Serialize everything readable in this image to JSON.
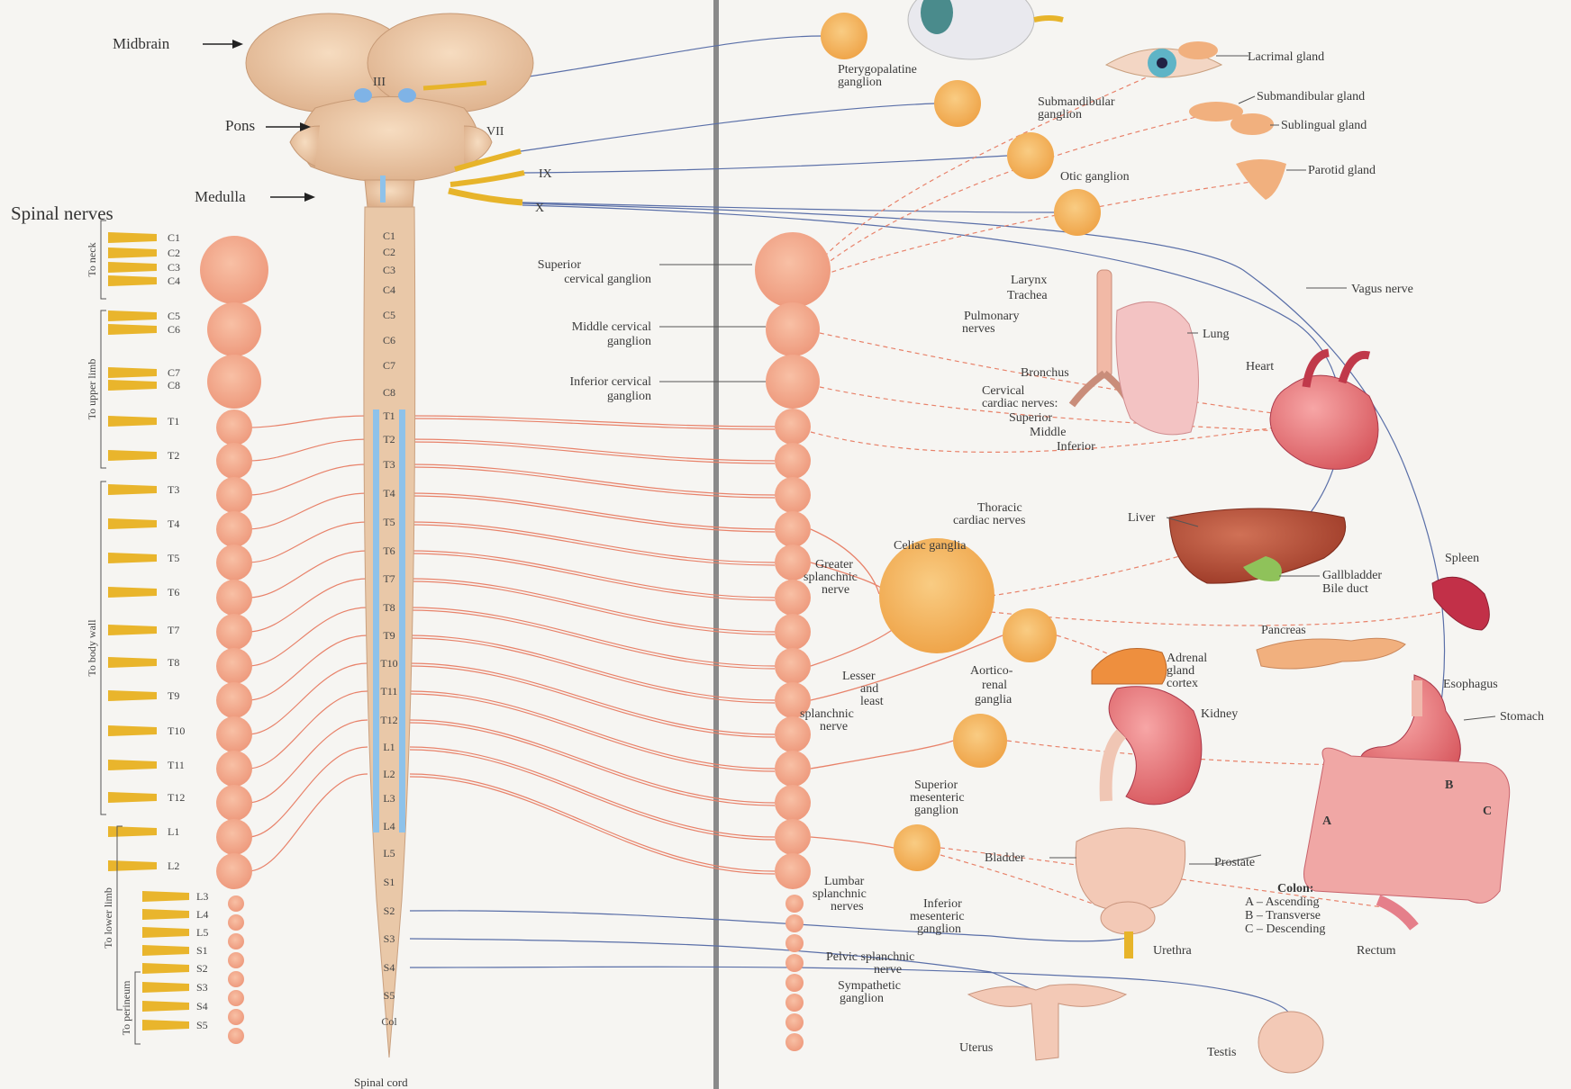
{
  "colors": {
    "background": "#f6f5f2",
    "cord": "#e6c3a2",
    "ganglion_orange": "#f4b35a",
    "ganglion_pink": "#f2a88c",
    "nerve_gold": "#e7b42a",
    "sympathetic_fiber": "#e8826a",
    "parasympathetic_fiber": "#5a6fa8",
    "organ_red": "#e77a7e",
    "divider": "#8a8a8a"
  },
  "title": {
    "spinal_nerves": "Spinal nerves",
    "spinal_cord": "Spinal cord"
  },
  "brain": {
    "midbrain": "Midbrain",
    "pons": "Pons",
    "medulla": "Medulla",
    "cranial": [
      "III",
      "VII",
      "IX",
      "X"
    ]
  },
  "cord_segments": [
    "C1",
    "C2",
    "C3",
    "C4",
    "C5",
    "C6",
    "C7",
    "C8",
    "T1",
    "T2",
    "T3",
    "T4",
    "T5",
    "T6",
    "T7",
    "T8",
    "T9",
    "T10",
    "T11",
    "T12",
    "L1",
    "L2",
    "L3",
    "L4",
    "L5",
    "S1",
    "S2",
    "S3",
    "S4",
    "S5",
    "Col"
  ],
  "spinal_nerve_labels": [
    "C1",
    "C2",
    "C3",
    "C4",
    "C5",
    "C6",
    "C7",
    "C8",
    "T1",
    "T2",
    "T3",
    "T4",
    "T5",
    "T6",
    "T7",
    "T8",
    "T9",
    "T10",
    "T11",
    "T12",
    "L1",
    "L2",
    "L3",
    "L4",
    "L5",
    "S1",
    "S2",
    "S3",
    "S4",
    "S5"
  ],
  "regions": [
    "To neck",
    "To upper limb",
    "To body wall",
    "To lower limb",
    "To perineum"
  ],
  "sympathetic": {
    "superior_cervical": [
      "Superior",
      "cervical ganglion"
    ],
    "middle_cervical": [
      "Middle cervical",
      "ganglion"
    ],
    "inferior_cervical": [
      "Inferior cervical",
      "ganglion"
    ],
    "greater_splanchnic": [
      "Greater",
      "splanchnic",
      "nerve"
    ],
    "celiac": "Celiac ganglia",
    "lesser_splanchnic": [
      "Lesser",
      "and",
      "least",
      "splanchnic",
      "nerve"
    ],
    "aorticorenal": [
      "Aortico-",
      "renal",
      "ganglia"
    ],
    "superior_mesenteric": [
      "Superior",
      "mesenteric",
      "ganglion"
    ],
    "lumbar_splanchnic": [
      "Lumbar",
      "splanchnic",
      "nerves"
    ],
    "inferior_mesenteric": [
      "Inferior",
      "mesenteric",
      "ganglion"
    ],
    "pelvic_splanchnic": [
      "Pelvic splanchnic",
      "nerve"
    ],
    "sympathetic_ganglion": [
      "Sympathetic",
      "ganglion"
    ]
  },
  "parasympathetic": {
    "pterygopalatine": [
      "Pterygopalatine",
      "ganglion"
    ],
    "submandibular_ganglion": [
      "Submandibular",
      "ganglion"
    ],
    "otic": "Otic ganglion"
  },
  "organs": {
    "lacrimal_gland": "Lacrimal gland",
    "submandibular_gland": "Submandibular gland",
    "sublingual_gland": "Sublingual gland",
    "parotid_gland": "Parotid gland",
    "vagus_nerve": "Vagus nerve",
    "larynx": "Larynx",
    "trachea": "Trachea",
    "lung": "Lung",
    "bronchus": "Bronchus",
    "pulmonary_nerves": [
      "Pulmonary",
      "nerves"
    ],
    "cervical_cardiac": [
      "Cervical",
      "cardiac nerves:",
      "Superior",
      "Middle",
      "Inferior"
    ],
    "heart": "Heart",
    "thoracic_cardiac": [
      "Thoracic",
      "cardiac nerves"
    ],
    "liver": "Liver",
    "gallbladder": "Gallbladder",
    "bile_duct": "Bile duct",
    "spleen": "Spleen",
    "pancreas": "Pancreas",
    "adrenal": [
      "Adrenal",
      "gland",
      "cortex"
    ],
    "kidney": "Kidney",
    "esophagus": "Esophagus",
    "stomach": "Stomach",
    "colon": [
      "Colon:",
      "A – Ascending",
      "B – Transverse",
      "C – Descending"
    ],
    "colon_letters": [
      "A",
      "B",
      "C"
    ],
    "bladder": "Bladder",
    "prostate": "Prostate",
    "urethra": "Urethra",
    "rectum": "Rectum",
    "uterus": "Uterus",
    "testis": "Testis"
  }
}
